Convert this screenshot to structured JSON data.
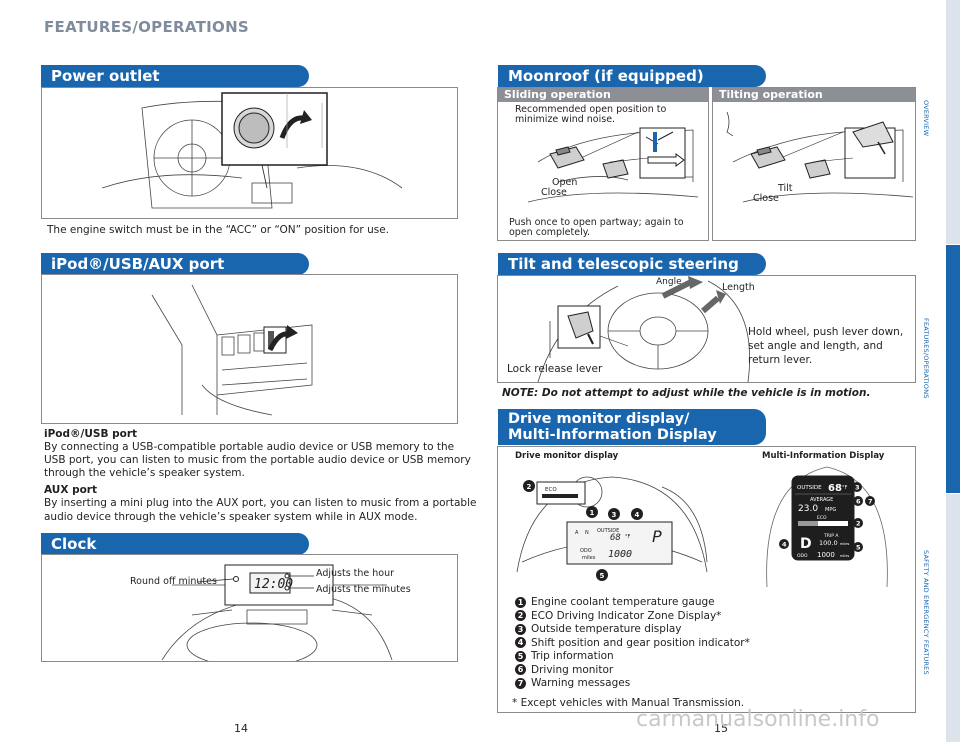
{
  "header": {
    "title": "FEATURES/OPERATIONS"
  },
  "power_outlet": {
    "title": "Power outlet",
    "caption": "The engine switch must be in the “ACC” or “ON” position for use."
  },
  "ipod": {
    "title": "iPod®/USB/AUX port",
    "ipod_heading": "iPod®/USB port",
    "ipod_text_1": "By connecting a USB-compatible portable audio device or USB memory to the",
    "ipod_text_2": "USB port, you can listen to music from the portable audio device or USB memory",
    "ipod_text_3": "through the vehicle’s speaker system.",
    "aux_heading": "AUX port",
    "aux_text_1": "By inserting a mini plug into the AUX port, you can listen to music from a portable",
    "aux_text_2": "audio device through the vehicle’s speaker system while in AUX mode."
  },
  "clock": {
    "title": "Clock",
    "round_off": "Round off minutes",
    "adjust_hour": "Adjusts the hour",
    "adjust_minutes": "Adjusts the minutes",
    "display_time": "12:00"
  },
  "moonroof": {
    "title": "Moonroof (if equipped)",
    "sliding_title": "Sliding operation",
    "tilting_title": "Tilting operation",
    "recommended_1": "Recommended open position to",
    "recommended_2": "minimize wind noise.",
    "open": "Open",
    "close": "Close",
    "push_1": "Push once to open partway; again to",
    "push_2": "open completely.",
    "tilt": "Tilt",
    "tilt_close": "Close"
  },
  "steering": {
    "title": "Tilt and telescopic steering wheel",
    "angle": "Angle",
    "length": "Length",
    "lock_release": "Lock release lever",
    "instr_1": "Hold wheel, push lever down,",
    "instr_2": "set angle and length, and",
    "instr_3": "return lever.",
    "note": "NOTE: Do not attempt to adjust while the vehicle is in motion."
  },
  "drive_monitor": {
    "title_1": "Drive monitor display/",
    "title_2": "Multi-Information Display",
    "dm_label": "Drive monitor display",
    "mid_label": "Multi-Information Display",
    "dm_screen": {
      "eco": "ECO",
      "outside": "OUTSIDE",
      "temp": "68",
      "unit": "°F",
      "gear": "P",
      "odo": "ODO",
      "miles": "miles",
      "odo_value": "1000"
    },
    "mid_screen": {
      "outside": "OUTSIDE",
      "temp": "68",
      "unit": "°F",
      "average": "AVERAGE",
      "mpg_value": "23.0",
      "mpg": "MPG",
      "eco": "ECO",
      "gear": "D",
      "trip": "TRIP A",
      "trip_value": "100.0",
      "trip_unit": "miles",
      "odo": "ODO",
      "odo_value": "1000",
      "odo_unit": "miles"
    },
    "items": [
      {
        "num": "1",
        "text": "Engine coolant temperature gauge"
      },
      {
        "num": "2",
        "text": "ECO Driving Indicator Zone Display*"
      },
      {
        "num": "3",
        "text": "Outside temperature display"
      },
      {
        "num": "4",
        "text": "Shift position and gear position indicator*"
      },
      {
        "num": "5",
        "text": "Trip information"
      },
      {
        "num": "6",
        "text": "Driving monitor"
      },
      {
        "num": "7",
        "text": "Warning messages"
      }
    ],
    "footnote": "* Except vehicles with Manual Transmission."
  },
  "page_numbers": {
    "left": "14",
    "right": "15"
  },
  "watermark": "carmanualsonline.info",
  "sidebar": {
    "overview": "OVERVIEW",
    "features": "FEATURES/OPERATIONS",
    "safety": "SAFETY AND EMERGENCY FEATURES"
  }
}
